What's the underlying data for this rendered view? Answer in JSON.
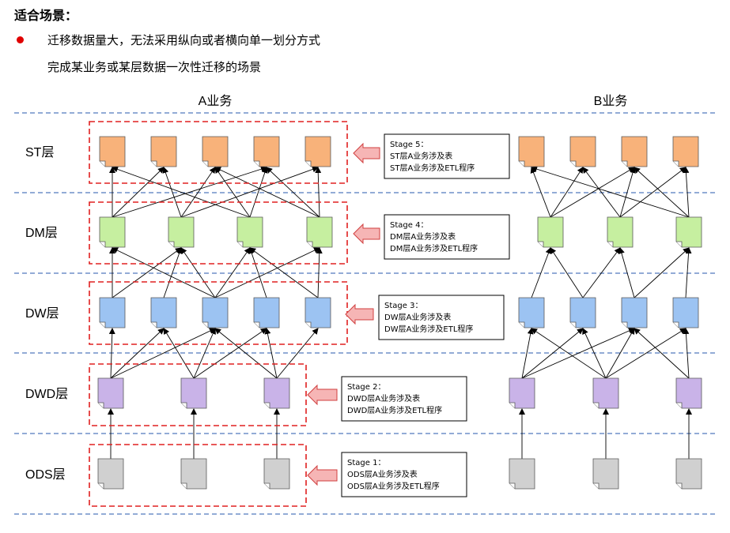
{
  "heading": "适合场景：",
  "bullets": [
    "迁移数据量大，无法采用纵向或者横向单一划分方式",
    "完成某业务或某层数据一次性迁移的场景"
  ],
  "business_a": {
    "title": "A业务"
  },
  "business_b": {
    "title": "B业务"
  },
  "layers": [
    {
      "id": "st",
      "label": "ST层",
      "color": "#f8b27a"
    },
    {
      "id": "dm",
      "label": "DM层",
      "color": "#c6efa0"
    },
    {
      "id": "dw",
      "label": "DW层",
      "color": "#9cc3f2"
    },
    {
      "id": "dwd",
      "label": "DWD层",
      "color": "#c9b3e8"
    },
    {
      "id": "ods",
      "label": "ODS层",
      "color": "#d0d0d0"
    }
  ],
  "stages": [
    {
      "layer": "st",
      "title": "Stage 5：",
      "line1": "ST层A业务涉及表",
      "line2": "ST层A业务涉及ETL程序"
    },
    {
      "layer": "dm",
      "title": "Stage 4：",
      "line1": "DM层A业务涉及表",
      "line2": "DM层A业务涉及ETL程序"
    },
    {
      "layer": "dw",
      "title": "Stage 3：",
      "line1": "DW层A业务涉及表",
      "line2": "DW层A业务涉及ETL程序"
    },
    {
      "layer": "dwd",
      "title": "Stage 2：",
      "line1": "DWD层A业务涉及表",
      "line2": "DWD层A业务涉及ETL程序"
    },
    {
      "layer": "ods",
      "title": "Stage 1：",
      "line1": "ODS层A业务涉及表",
      "line2": "ODS层A业务涉及ETL程序"
    }
  ],
  "colors": {
    "divider": "#6f8fc8",
    "selection_box": "#e02020",
    "arrow_fill": "#f6b5b5",
    "arrow_stroke": "#d04040",
    "bullet": "#e00000"
  }
}
